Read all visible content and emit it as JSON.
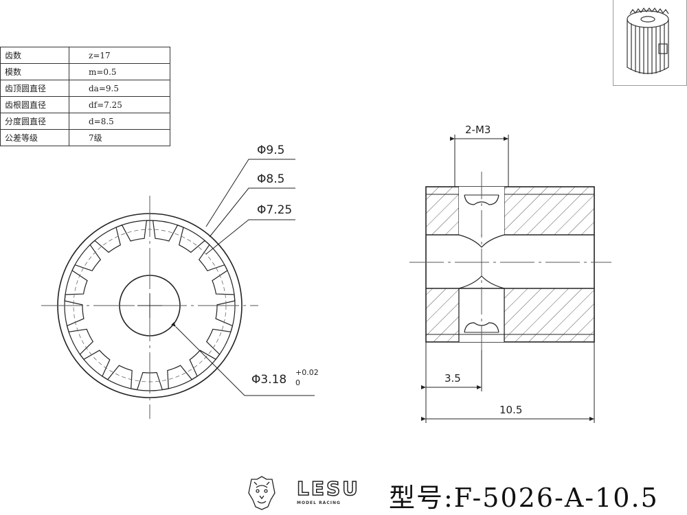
{
  "params": [
    {
      "label": "齿数",
      "value": "z=17"
    },
    {
      "label": "模数",
      "value": "m=0.5"
    },
    {
      "label": "齿顶圆直径",
      "value": "da=9.5"
    },
    {
      "label": "齿根圆直径",
      "value": "df=7.25"
    },
    {
      "label": "分度圆直径",
      "value": "d=8.5"
    },
    {
      "label": "公差等级",
      "value": "7级"
    }
  ],
  "dims": {
    "dia_tip": "Φ9.5",
    "dia_pitch": "Φ8.5",
    "dia_root": "Φ7.25",
    "bore": "Φ3.18",
    "bore_tol_upper": "+0.02",
    "bore_tol_lower": "0",
    "thread": "2-M3",
    "offset": "3.5",
    "length": "10.5"
  },
  "gear": {
    "teeth": 17
  },
  "brand": {
    "name": "LESU",
    "tagline": "MODEL RACING"
  },
  "model": "型号:F-5026-A-10.5"
}
